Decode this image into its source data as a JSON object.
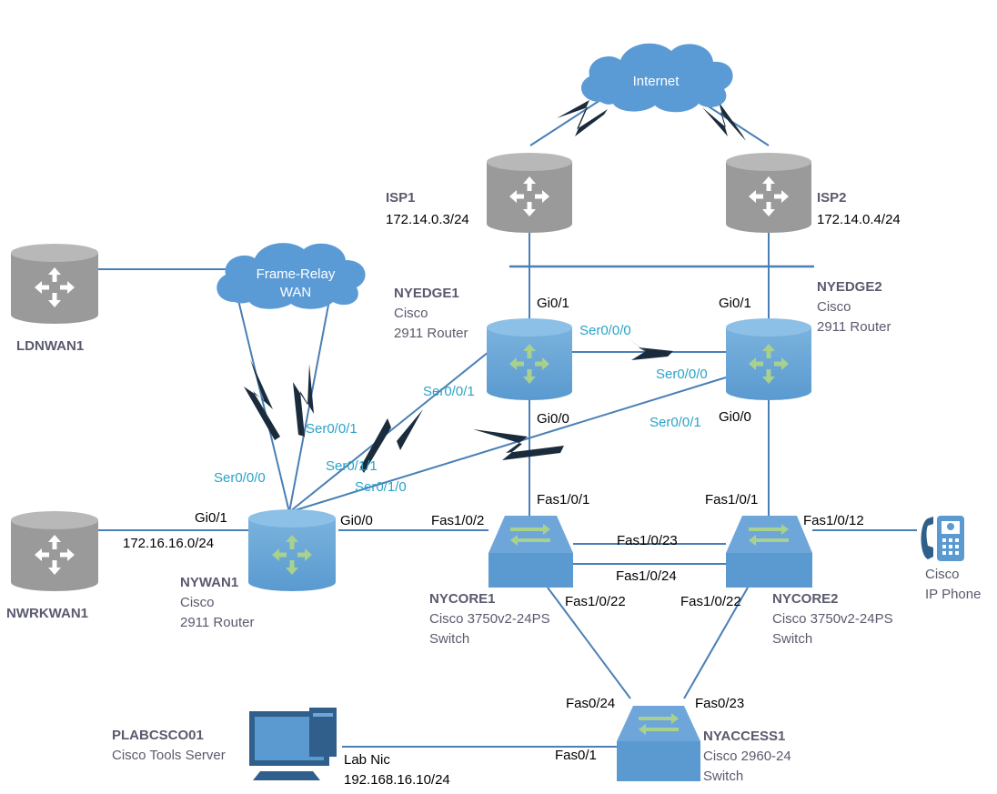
{
  "clouds": {
    "internet": "Internet",
    "frame_relay_line1": "Frame-Relay",
    "frame_relay_line2": "WAN"
  },
  "devices": {
    "isp1": {
      "name": "ISP1",
      "ip": "172.14.0.3/24"
    },
    "isp2": {
      "name": "ISP2",
      "ip": "172.14.0.4/24"
    },
    "nyedge1": {
      "name": "NYEDGE1",
      "line1": "Cisco",
      "line2": "2911 Router"
    },
    "nyedge2": {
      "name": "NYEDGE2",
      "line1": "Cisco",
      "line2": "2911 Router"
    },
    "ldnwan1": {
      "name": "LDNWAN1"
    },
    "nwrkwan1": {
      "name": "NWRKWAN1"
    },
    "nywan1": {
      "name": "NYWAN1",
      "line1": "Cisco",
      "line2": "2911 Router"
    },
    "nycore1": {
      "name": "NYCORE1",
      "line1": "Cisco 3750v2-24PS",
      "line2": "Switch"
    },
    "nycore2": {
      "name": "NYCORE2",
      "line1": "Cisco 3750v2-24PS",
      "line2": "Switch"
    },
    "nyaccess1": {
      "name": "NYACCESS1",
      "line1": "Cisco 2960-24",
      "line2": "Switch"
    },
    "plabcsco01": {
      "name": "PLABCSCO01",
      "line1": "Cisco Tools Server"
    },
    "ip_phone": {
      "line1": "Cisco",
      "line2": "IP Phone"
    }
  },
  "interfaces": {
    "nyedge1_gi01": "Gi0/1",
    "nyedge1_gi00": "Gi0/0",
    "nyedge1_ser000": "Ser0/0/0",
    "nyedge1_ser001": "Ser0/0/1",
    "nyedge2_gi01": "Gi0/1",
    "nyedge2_gi00": "Gi0/0",
    "nyedge2_ser000": "Ser0/0/0",
    "nyedge2_ser001": "Ser0/0/1",
    "nywan1_ser001": "Ser0/0/1",
    "nywan1_ser000": "Ser0/0/0",
    "nywan1_ser011": "Ser0/1/1",
    "nywan1_ser010": "Ser0/1/0",
    "nywan1_gi01": "Gi0/1",
    "nywan1_gi00": "Gi0/0",
    "nwrk_net": "172.16.16.0/24",
    "nycore1_fas102": "Fas1/0/2",
    "nycore1_fas101": "Fas1/0/1",
    "nycore1_fas1023": "Fas1/0/23",
    "nycore1_fas1024": "Fas1/0/24",
    "nycore1_fas1022": "Fas1/0/22",
    "nycore2_fas101": "Fas1/0/1",
    "nycore2_fas1012": "Fas1/0/12",
    "nycore2_fas1022": "Fas1/0/22",
    "nyaccess1_fas024": "Fas0/24",
    "nyaccess1_fas023": "Fas0/23",
    "nyaccess1_fas01": "Fas0/1",
    "lab_nic": "Lab Nic",
    "lab_ip": "192.168.16.10/24"
  },
  "colors": {
    "router_blue": "#4a90c8",
    "router_gray": "#9a9a9a",
    "cloud_blue": "#5b9bd5",
    "link_blue": "#4a7fb5",
    "serial_text": "#2aa3c6",
    "label_gray": "#5a5a6e",
    "arrow_green": "#a9d18e",
    "lightning": "#1a2b3c"
  }
}
